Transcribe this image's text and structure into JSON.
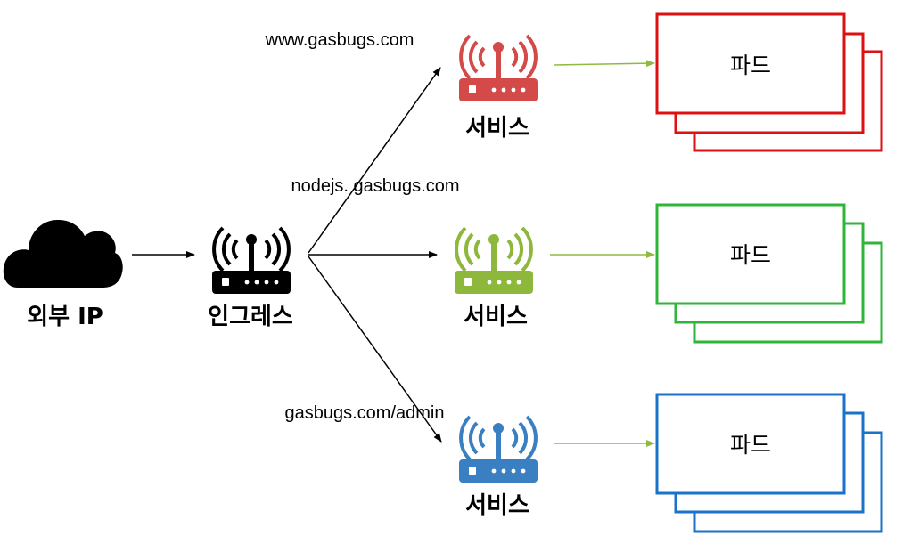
{
  "external": {
    "label": "외부 IP"
  },
  "ingress": {
    "label": "인그레스"
  },
  "services": [
    {
      "host": "www.gasbugs.com",
      "label": "서비스",
      "color": "#d44a48",
      "pod_border": "#dd1111",
      "pod_label": "파드",
      "arrow_color": "#8dba3f"
    },
    {
      "host": "nodejs. gasbugs.com",
      "label": "서비스",
      "color": "#8db83c",
      "pod_border": "#2fb53a",
      "pod_label": "파드",
      "arrow_color": "#8dba3f"
    },
    {
      "host": "gasbugs.com/admin",
      "label": "서비스",
      "color": "#3a7fc1",
      "pod_border": "#1a73c9",
      "pod_label": "파드",
      "arrow_color": "#8dba3f"
    }
  ]
}
